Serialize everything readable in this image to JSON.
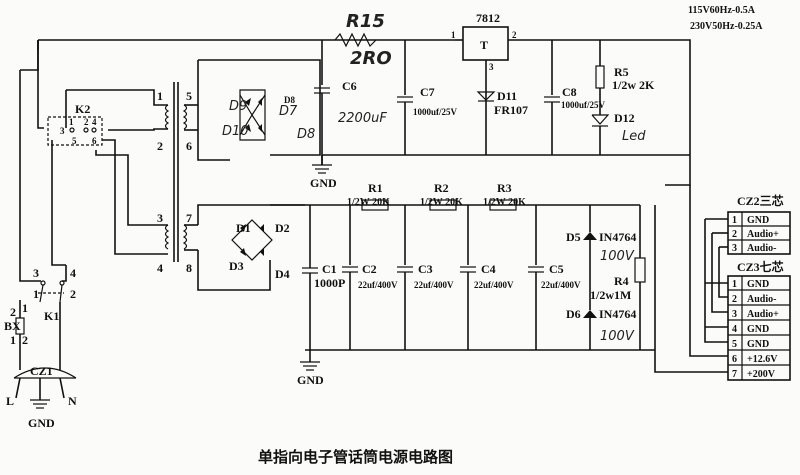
{
  "spec": {
    "line1": "115V60Hz-0.5A",
    "line2": "230V50Hz-0.25A"
  },
  "title": "单指向电子管话筒电源电路图",
  "regulator": {
    "name": "7812",
    "body": "T",
    "pin1": "1",
    "pin2": "2",
    "pin3": "3"
  },
  "top": {
    "r15": "R15",
    "r15_value": "2RO",
    "c6": "C6",
    "c6_value": "2200uF",
    "c7": "C7",
    "c7_value": "1000uf/25V",
    "d11": "D11",
    "d11_value": "FR107",
    "c8": "C8",
    "c8_value": "1000uf/25V",
    "r5": "R5",
    "r5_value": "1/2w 2K",
    "d12": "D12",
    "d12_value": "Led",
    "d9": "D9",
    "d7": "D7",
    "d10": "D10",
    "d8": "D8",
    "d_extra": "D8"
  },
  "bottom": {
    "d1": "D1",
    "d2": "D2",
    "d3": "D3",
    "d4": "D4",
    "c1": "C1",
    "c1_value": "1000P",
    "r1": "R1",
    "r1_value": "1/2W 20K",
    "r2": "R2",
    "r2_value": "1/2W 20K",
    "r3": "R3",
    "r3_value": "1/2W 20K",
    "c2": "C2",
    "c2_value": "22uf/400V",
    "c3": "C3",
    "c3_value": "22uf/400V",
    "c4": "C4",
    "c4_value": "22uf/400V",
    "c5": "C5",
    "c5_value": "22uf/400V",
    "d5": "D5",
    "d5_value": "IN4764",
    "d5_note": "100V",
    "d6": "D6",
    "d6_value": "IN4764",
    "d6_note": "100V",
    "r4": "R4",
    "r4_value": "1/2w1M"
  },
  "transformer": {
    "p1": "1",
    "p2": "2",
    "p3": "3",
    "p4": "4",
    "s5": "5",
    "s6": "6",
    "s7": "7",
    "s8": "8"
  },
  "switch_k2": {
    "name": "K2",
    "n1": "1",
    "n2": "2",
    "n3": "3",
    "n4": "4",
    "n5": "5",
    "n6": "6"
  },
  "switch_k1": {
    "name": "K1",
    "n1": "1",
    "n2": "2",
    "n3": "3",
    "n4": "4",
    "n5": "1",
    "n6": "2"
  },
  "fuse": {
    "name": "BX",
    "n1": "2",
    "n2": "1"
  },
  "plug": {
    "name": "CZ1",
    "l": "L",
    "n": "N"
  },
  "gnd": "GND",
  "cz2": {
    "title": "CZ2三芯",
    "rows": [
      {
        "num": "1",
        "label": "GND"
      },
      {
        "num": "2",
        "label": "Audio+"
      },
      {
        "num": "3",
        "label": "Audio-"
      }
    ]
  },
  "cz3": {
    "title": "CZ3七芯",
    "rows": [
      {
        "num": "1",
        "label": "GND"
      },
      {
        "num": "2",
        "label": "Audio-"
      },
      {
        "num": "3",
        "label": "Audio+"
      },
      {
        "num": "4",
        "label": "GND"
      },
      {
        "num": "5",
        "label": "GND"
      },
      {
        "num": "6",
        "label": "+12.6V"
      },
      {
        "num": "7",
        "label": "+200V"
      }
    ]
  }
}
